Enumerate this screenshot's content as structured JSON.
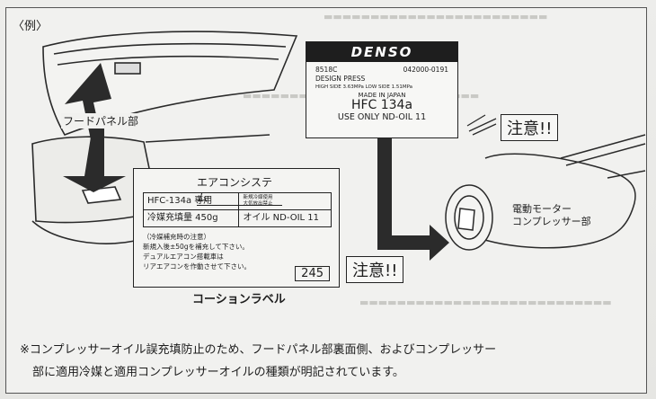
{
  "figure": {
    "example_label": "〈例〉",
    "hood_panel_label": "フードパネル部",
    "motor_label_line1": "電動モーター",
    "motor_label_line2": "コンプレッサー部",
    "caution_label_name": "コーションラベル"
  },
  "denso_label": {
    "brand": "DENSO",
    "code_left": "8518C",
    "code_right": "042000-0191",
    "design": "DESIGN PRESS",
    "pressure": "HIGH SIDE 3.63MPa  LOW SIDE 1.51MPa",
    "origin": "MADE IN JAPAN",
    "refrigerant": "HFC 134a",
    "oil": "USE ONLY ND-OIL 11"
  },
  "caution_tags": {
    "upper": "注意!!",
    "lower": "注意!!"
  },
  "ac_label": {
    "title": "エアコンシステム",
    "row1_col1": "HFC-134a 専用",
    "row1_col2_line1": "新規冷媒使用",
    "row1_col2_line2": "大気放出禁止",
    "row2_col1": "冷媒充填量 450g",
    "row2_col2": "オイル ND-OIL 11",
    "note_line1": "（冷媒補充時の注意）",
    "note_line2": "新規入後±50gを補充して下さい。",
    "note_line3": "デュアルエアコン搭載車は",
    "note_line4": "リアエアコンを作動させて下さい。",
    "number": "245"
  },
  "footnote": {
    "line1": "※コンプレッサーオイル誤充填防止のため、フードパネル部裏面側、およびコンプレッサー",
    "line2": "部に適用冷媒と適用コンプレッサーオイルの種類が明記されています。"
  }
}
